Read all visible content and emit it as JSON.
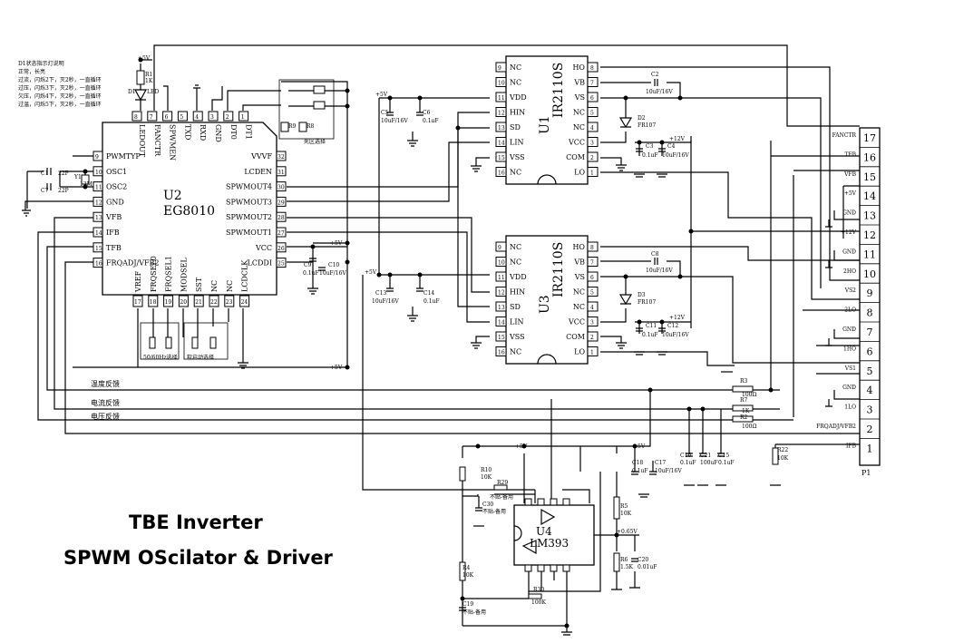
{
  "notes": {
    "lines": [
      "D1状态指示灯说明",
      "正常，长亮",
      "过流，闪烁2下，灭2秒，一直循环",
      "过压，闪烁3下，灭2秒，一直循环",
      "欠压，闪烁4下，灭2秒，一直循环",
      "过温，闪烁5下，灭2秒，一直循环"
    ]
  },
  "title": {
    "line1": "TBE Inverter",
    "line2": "SPWM OScilator & Driver"
  },
  "u2": {
    "ref": "U2",
    "part": "EG8010",
    "left_pins": [
      {
        "n": "9",
        "name": "PWMTYP"
      },
      {
        "n": "10",
        "name": "OSC1"
      },
      {
        "n": "11",
        "name": "OSC2"
      },
      {
        "n": "12",
        "name": "GND"
      },
      {
        "n": "13",
        "name": "VFB"
      },
      {
        "n": "14",
        "name": "IFB"
      },
      {
        "n": "15",
        "name": "TFB"
      },
      {
        "n": "16",
        "name": "FRQADJ/VFB2"
      }
    ],
    "top_pins": [
      {
        "n": "8",
        "name": "LEDOUT"
      },
      {
        "n": "7",
        "name": "FANCTR"
      },
      {
        "n": "6",
        "name": "SPWMEN"
      },
      {
        "n": "5",
        "name": "TXD"
      },
      {
        "n": "4",
        "name": "RXD"
      },
      {
        "n": "3",
        "name": "GND"
      },
      {
        "n": "2",
        "name": "DT0"
      },
      {
        "n": "1",
        "name": "DT1"
      }
    ],
    "right_pins": [
      {
        "n": "32",
        "name": "VVVF"
      },
      {
        "n": "31",
        "name": "LCDEN"
      },
      {
        "n": "30",
        "name": "SPWMOUT4"
      },
      {
        "n": "29",
        "name": "SPWMOUT3"
      },
      {
        "n": "28",
        "name": "SPWMOUT2"
      },
      {
        "n": "27",
        "name": "SPWMOUT1"
      },
      {
        "n": "26",
        "name": "VCC"
      },
      {
        "n": "25",
        "name": "LCDDI"
      }
    ],
    "bottom_pins": [
      {
        "n": "17",
        "name": "VREF"
      },
      {
        "n": "18",
        "name": "FRQSEL0"
      },
      {
        "n": "19",
        "name": "FRQSEL1"
      },
      {
        "n": "20",
        "name": "MODSEL"
      },
      {
        "n": "21",
        "name": "SST"
      },
      {
        "n": "22",
        "name": "NC"
      },
      {
        "n": "23",
        "name": "NC"
      },
      {
        "n": "24",
        "name": "LCDCLK"
      }
    ]
  },
  "drivers": [
    {
      "ref": "U1",
      "part": "IR2110S",
      "left_pins": [
        {
          "n": "9",
          "name": "NC"
        },
        {
          "n": "10",
          "name": "NC"
        },
        {
          "n": "11",
          "name": "VDD"
        },
        {
          "n": "12",
          "name": "HIN"
        },
        {
          "n": "13",
          "name": "SD"
        },
        {
          "n": "14",
          "name": "LIN"
        },
        {
          "n": "15",
          "name": "VSS"
        },
        {
          "n": "16",
          "name": "NC"
        }
      ],
      "right_pins": [
        {
          "n": "8",
          "name": "HO"
        },
        {
          "n": "7",
          "name": "VB"
        },
        {
          "n": "6",
          "name": "VS"
        },
        {
          "n": "5",
          "name": "NC"
        },
        {
          "n": "4",
          "name": "NC"
        },
        {
          "n": "3",
          "name": "VCC"
        },
        {
          "n": "2",
          "name": "COM"
        },
        {
          "n": "1",
          "name": "LO"
        }
      ]
    },
    {
      "ref": "U3",
      "part": "IR2110S",
      "left_pins": [
        {
          "n": "9",
          "name": "NC"
        },
        {
          "n": "10",
          "name": "NC"
        },
        {
          "n": "11",
          "name": "VDD"
        },
        {
          "n": "12",
          "name": "HIN"
        },
        {
          "n": "13",
          "name": "SD"
        },
        {
          "n": "14",
          "name": "LIN"
        },
        {
          "n": "15",
          "name": "VSS"
        },
        {
          "n": "16",
          "name": "NC"
        }
      ],
      "right_pins": [
        {
          "n": "8",
          "name": "HO"
        },
        {
          "n": "7",
          "name": "VB"
        },
        {
          "n": "6",
          "name": "VS"
        },
        {
          "n": "5",
          "name": "NC"
        },
        {
          "n": "4",
          "name": "NC"
        },
        {
          "n": "3",
          "name": "VCC"
        },
        {
          "n": "2",
          "name": "COM"
        },
        {
          "n": "1",
          "name": "LO"
        }
      ]
    }
  ],
  "connector": {
    "ref": "P1",
    "pins": [
      {
        "n": "17",
        "label": "FANCTR"
      },
      {
        "n": "16",
        "label": "TFB"
      },
      {
        "n": "15",
        "label": "VFB"
      },
      {
        "n": "14",
        "label": "+5V"
      },
      {
        "n": "13",
        "label": "GND"
      },
      {
        "n": "12",
        "label": "+12V"
      },
      {
        "n": "11",
        "label": "GND"
      },
      {
        "n": "10",
        "label": "2HO"
      },
      {
        "n": "9",
        "label": "VS2"
      },
      {
        "n": "8",
        "label": "2LO"
      },
      {
        "n": "7",
        "label": "GND"
      },
      {
        "n": "6",
        "label": "1HO"
      },
      {
        "n": "5",
        "label": "VS1"
      },
      {
        "n": "4",
        "label": "GND"
      },
      {
        "n": "3",
        "label": "1LO"
      },
      {
        "n": "2",
        "label": "FRQADJ/VFB2"
      },
      {
        "n": "1",
        "label": "IFB"
      }
    ]
  },
  "comparator": {
    "ref": "U4",
    "part": "LM393"
  },
  "feedback_labels": {
    "temp": "温度反馈",
    "current": "电流反馈",
    "voltage": "电压反馈"
  },
  "switch_labels": {
    "deadzone": "死区选择",
    "freq": "50/60Hz选择",
    "softstart": "软启动选择"
  },
  "rails": {
    "p5": "+5V",
    "p12": "+12V",
    "p065": "+0.65V"
  },
  "parts": {
    "R1": "R1",
    "R1v": "1K",
    "D1": "D1",
    "D1v": "LED",
    "C1": "C1",
    "C1v": "22P",
    "Y1": "Y1",
    "Y1v": "12M",
    "C7": "C7",
    "C7v": "22P",
    "C5": "C5",
    "C5v": "10uF/16V",
    "C6": "C6",
    "C6v": "0.1uF",
    "C13": "C13",
    "C13v": "10uF/16V",
    "C14": "C14",
    "C14v": "0.1uF",
    "C9": "C9",
    "C9v": "0.1uF",
    "C10": "C10",
    "C10v": "10uF/16V",
    "C2": "C2",
    "C2v": "10uF/16V",
    "D2": "D2",
    "D2v": "FR107",
    "C3": "C3",
    "C3v": "0.1uF",
    "C4": "C4",
    "C4v": "10uF/16V",
    "C8": "C8",
    "C8v": "10uF/16V",
    "D3": "D3",
    "D3v": "FR107",
    "C11": "C11",
    "C11v": "0.1uF",
    "C12": "C12",
    "C12v": "10uF/16V",
    "R3": "R3",
    "R3v": "100Ω",
    "R7": "R7",
    "R7v": "1K",
    "R2": "R2",
    "R2v": "100Ω",
    "C16": "C16",
    "C16v": "0.1uF",
    "C21": "C21",
    "C21v": "100uF",
    "C15": "C15",
    "C15v": "0.1uF",
    "R22": "R22",
    "R22v": "10K",
    "R10": "R10",
    "R10v": "10K",
    "R29": "R29",
    "R29v": "不贴-备用",
    "C30": "C30",
    "C30v": "不贴-备用",
    "C18": "C18",
    "C18v": "0.1uF",
    "C17": "C17",
    "C17v": "10uF/16V",
    "R5": "R5",
    "R5v": "10K",
    "R6": "R6",
    "R6v": "1.5K",
    "C20": "C20",
    "C20v": "0.01uF",
    "R4": "R4",
    "R4v": "10K",
    "R30": "R30",
    "R30v": "100K",
    "C19": "C19",
    "C19v": "不贴-备用",
    "R8": "R8",
    "R9": "R9"
  }
}
